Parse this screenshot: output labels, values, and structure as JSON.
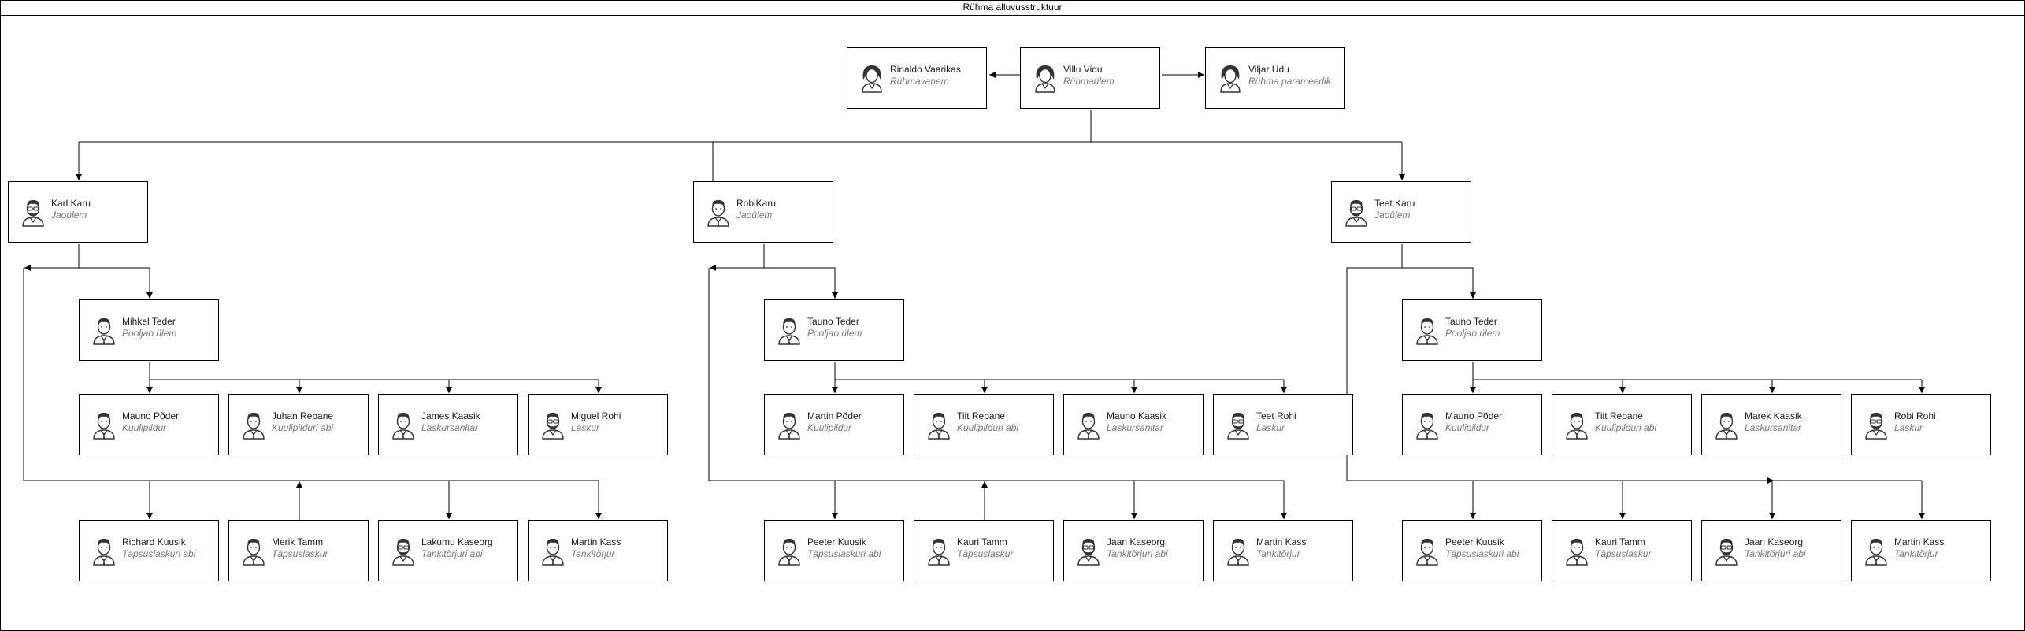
{
  "diagram": {
    "title": "Rühma alluvusstruktuur",
    "leader": {
      "name": "Villu Vidu",
      "role": "Rühmaülem"
    },
    "deputy": {
      "name": "Rinaldo Vaarikas",
      "role": "Rühmavanem"
    },
    "medic": {
      "name": "Viljar Udu",
      "role": "Rühma parameedik"
    },
    "squads": [
      {
        "leader": {
          "name": "Karl Karu",
          "role": "Jaoülem"
        },
        "sub": {
          "name": "Mihkel Teder",
          "role": "Pooljao ülem"
        },
        "row1": [
          {
            "name": "Mauno Põder",
            "role": "Kuulipildur"
          },
          {
            "name": "Juhan Rebane",
            "role": "Kuulipilduri abi"
          },
          {
            "name": "James Kaasik",
            "role": "Laskursanitar"
          },
          {
            "name": "Miguel Rohi",
            "role": "Laskur"
          }
        ],
        "row2": [
          {
            "name": "Richard Kuusik",
            "role": "Täpsuslaskuri abi"
          },
          {
            "name": "Merik Tamm",
            "role": "Täpsuslaskur"
          },
          {
            "name": "Lakumu Kaseorg",
            "role": "Tankitõrjuri abi"
          },
          {
            "name": "Martin Kass",
            "role": "Tankitõrjur"
          }
        ]
      },
      {
        "leader": {
          "name": "RobiKaru",
          "role": "Jaoülem"
        },
        "sub": {
          "name": "Tauno Teder",
          "role": "Pooljao ülem"
        },
        "row1": [
          {
            "name": "Martin Põder",
            "role": "Kuulipildur"
          },
          {
            "name": "Tiit Rebane",
            "role": "Kuulipilduri abi"
          },
          {
            "name": "Mauno Kaasik",
            "role": "Laskursanitar"
          },
          {
            "name": "Teet Rohi",
            "role": "Laskur"
          }
        ],
        "row2": [
          {
            "name": "Peeter Kuusik",
            "role": "Täpsuslaskuri abi"
          },
          {
            "name": "Kauri Tamm",
            "role": "Täpsuslaskur"
          },
          {
            "name": "Jaan Kaseorg",
            "role": "Tankitõrjuri abi"
          },
          {
            "name": "Martin Kass",
            "role": "Tankitõrjur"
          }
        ]
      },
      {
        "leader": {
          "name": "Teet Karu",
          "role": "Jaoülem"
        },
        "sub": {
          "name": "Tauno Teder",
          "role": "Pooljao ülem"
        },
        "row1": [
          {
            "name": "Mauno Põder",
            "role": "Kuulipildur"
          },
          {
            "name": "Tiit Rebane",
            "role": "Kuulipilduri abi"
          },
          {
            "name": "Marek Kaasik",
            "role": "Laskursanitar"
          },
          {
            "name": "Robi Rohi",
            "role": "Laskur"
          }
        ],
        "row2": [
          {
            "name": "Peeter Kuusik",
            "role": "Täpsuslaskuri abi"
          },
          {
            "name": "Kauri Tamm",
            "role": "Täpsuslaskur"
          },
          {
            "name": "Jaan Kaseorg",
            "role": "Tankitõrjuri abi"
          },
          {
            "name": "Martin Kass",
            "role": "Tankitõrjur"
          }
        ]
      }
    ]
  }
}
